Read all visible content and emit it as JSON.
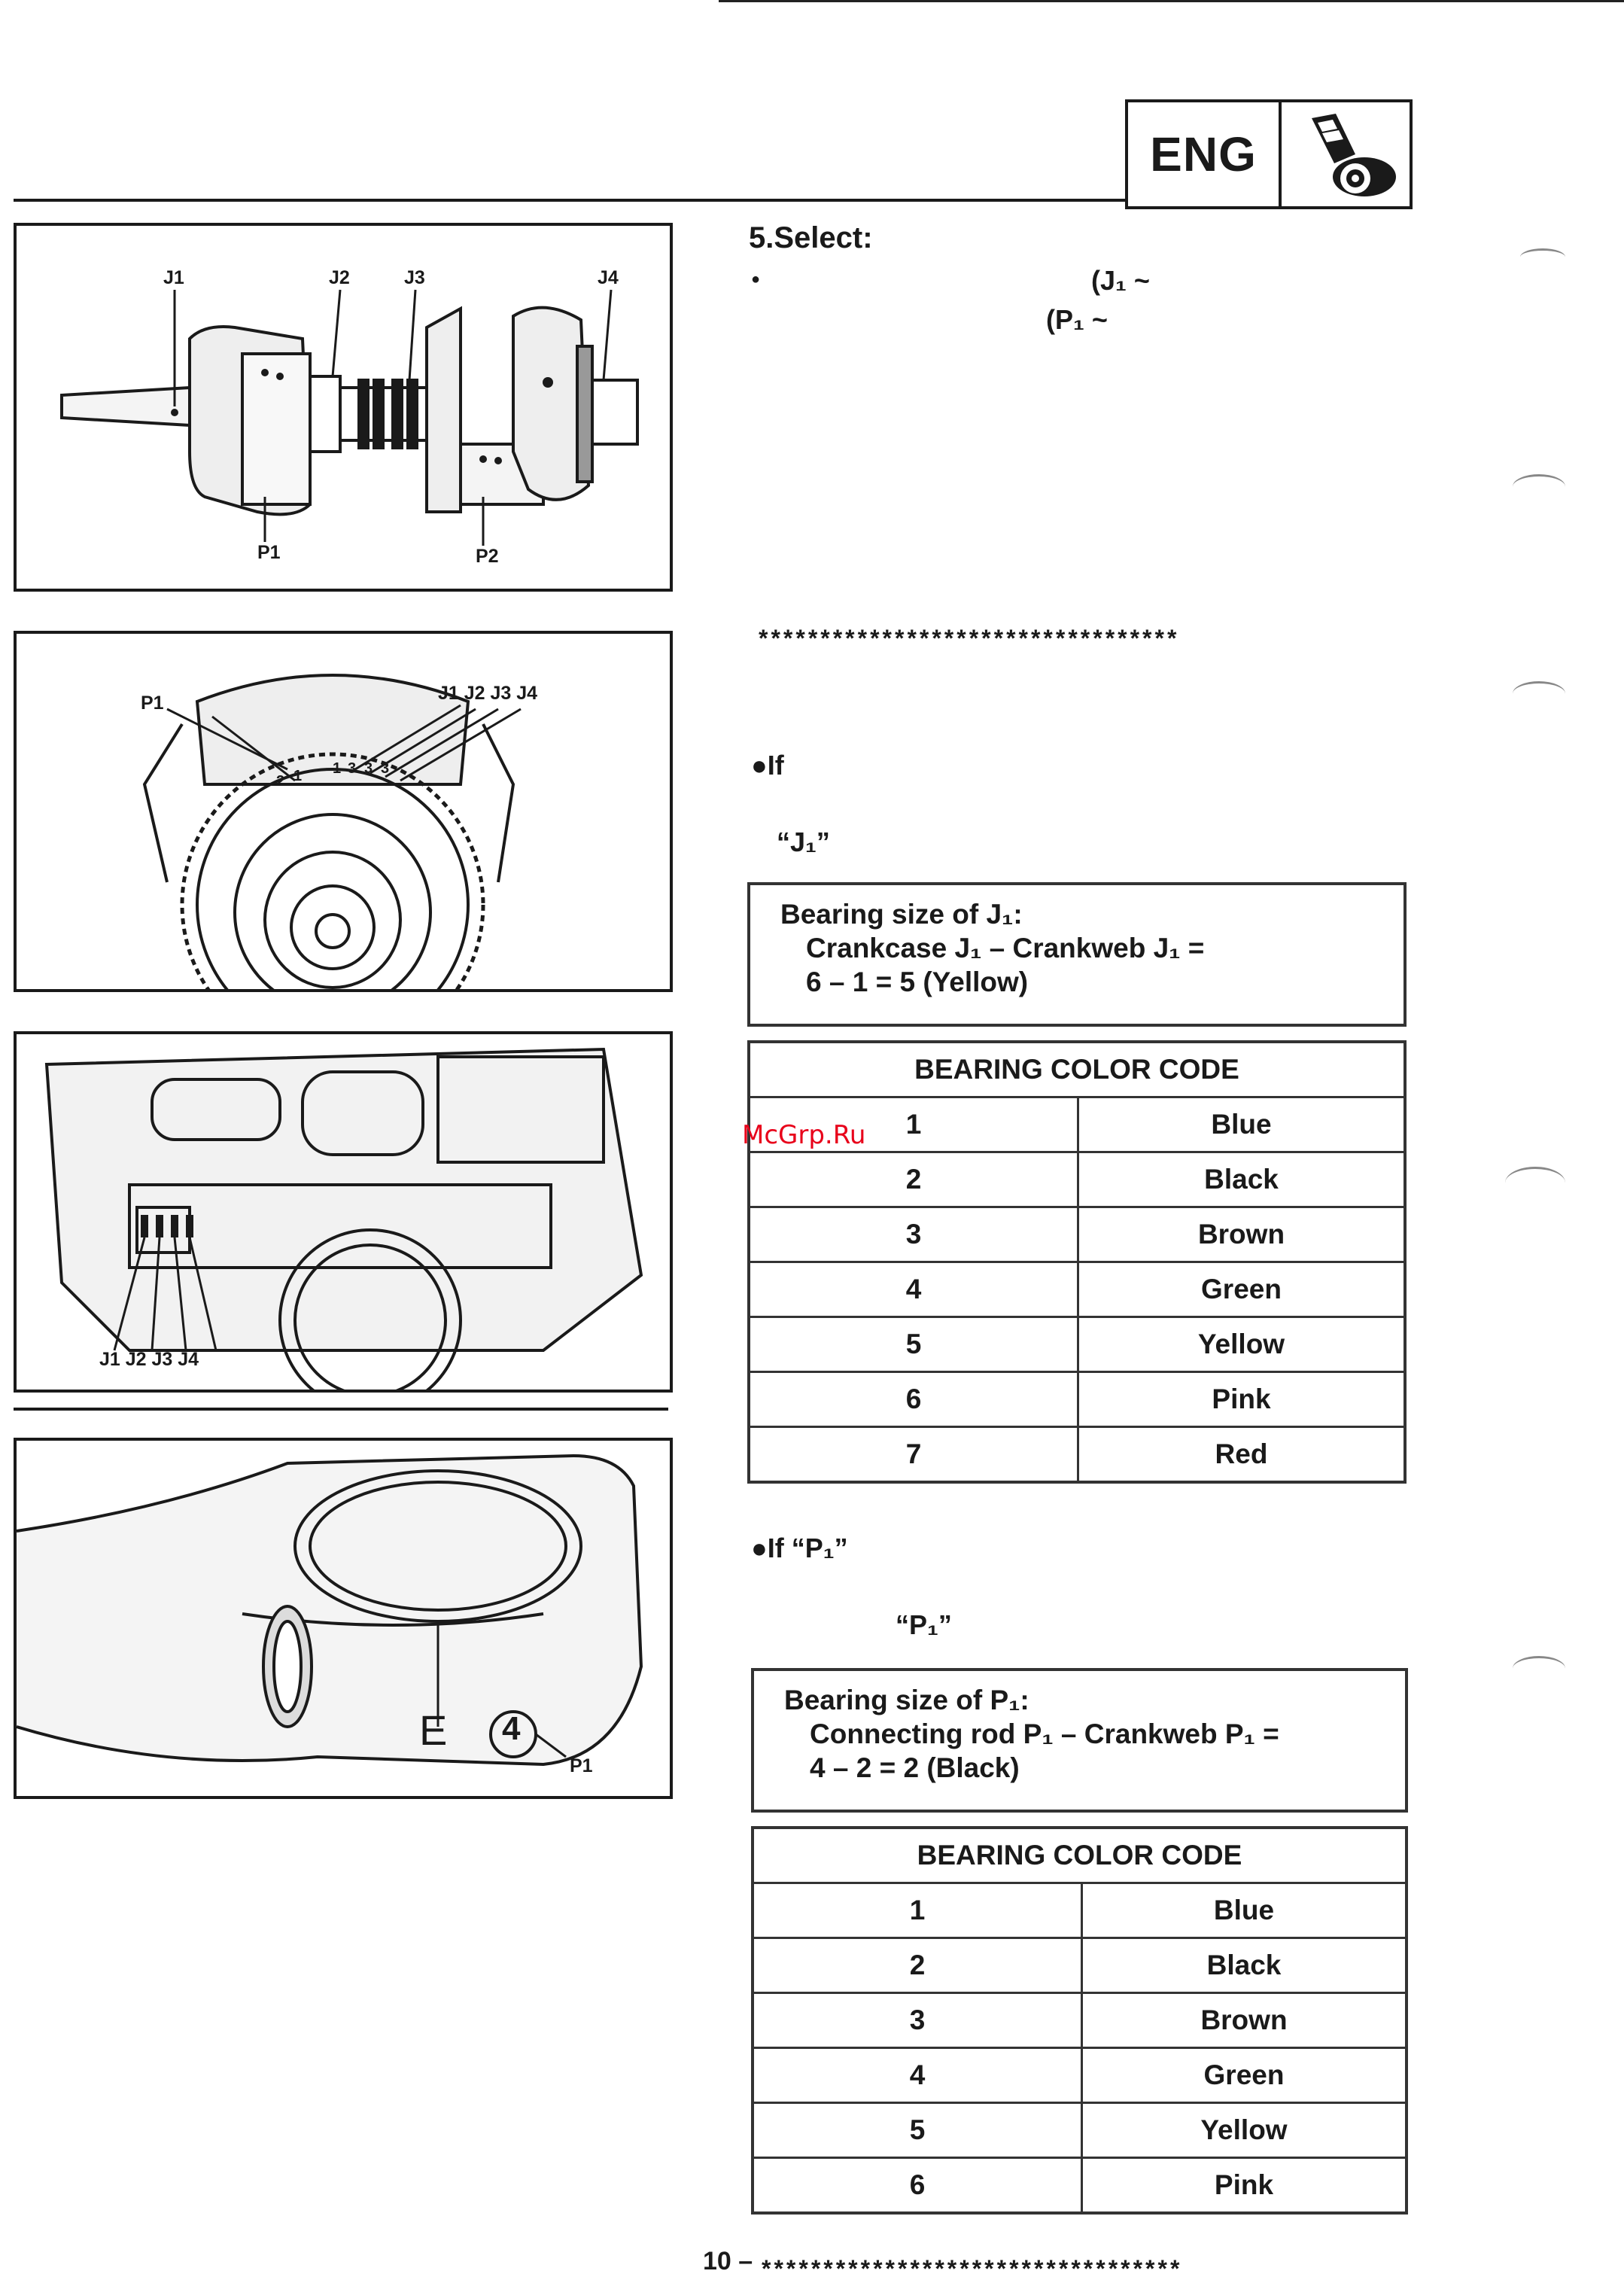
{
  "header": {
    "section_badge": "ENG",
    "section_icon": "engine-icon"
  },
  "figures": {
    "fig1": {
      "labels": [
        "J1",
        "J2",
        "J3",
        "J4",
        "P1",
        "P2"
      ]
    },
    "fig2": {
      "labels": [
        "P1",
        "J1 J2 J3 J4"
      ],
      "stamped_codes": [
        "2",
        "1",
        "1",
        "3",
        "3",
        "3"
      ]
    },
    "fig3": {
      "labels": [
        "J1 J2 J3 J4"
      ]
    },
    "fig4": {
      "stamp": "E",
      "stamp_number": "4",
      "label": "P1"
    }
  },
  "content": {
    "step_heading": "5.Select:",
    "step_line1": "(J₁ ~",
    "step_line2": "(P₁ ~",
    "separator1": "**********************************",
    "if_journal": "●If",
    "journal_ref": "“J₁”",
    "journal_calc": {
      "line1": "Bearing size of J₁:",
      "line2": "Crankcase J₁ – Crankweb J₁ =",
      "line3": "6 – 1 = 5 (Yellow)"
    },
    "journal_table": {
      "title": "BEARING COLOR CODE",
      "rows": [
        {
          "code": "1",
          "color": "Blue"
        },
        {
          "code": "2",
          "color": "Black"
        },
        {
          "code": "3",
          "color": "Brown"
        },
        {
          "code": "4",
          "color": "Green"
        },
        {
          "code": "5",
          "color": "Yellow"
        },
        {
          "code": "6",
          "color": "Pink"
        },
        {
          "code": "7",
          "color": "Red"
        }
      ]
    },
    "if_pin": "●If  “P₁”",
    "pin_ref": "“P₁”",
    "pin_calc": {
      "line1": "Bearing size of P₁:",
      "line2": "Connecting rod P₁ – Crankweb P₁ =",
      "line3": "4 – 2 = 2 (Black)"
    },
    "pin_table": {
      "title": "BEARING COLOR CODE",
      "rows": [
        {
          "code": "1",
          "color": "Blue"
        },
        {
          "code": "2",
          "color": "Black"
        },
        {
          "code": "3",
          "color": "Brown"
        },
        {
          "code": "4",
          "color": "Green"
        },
        {
          "code": "5",
          "color": "Yellow"
        },
        {
          "code": "6",
          "color": "Pink"
        }
      ]
    },
    "separator2": "**********************************"
  },
  "watermark": "McGrp.Ru",
  "footer": {
    "page_number": "10 –"
  }
}
